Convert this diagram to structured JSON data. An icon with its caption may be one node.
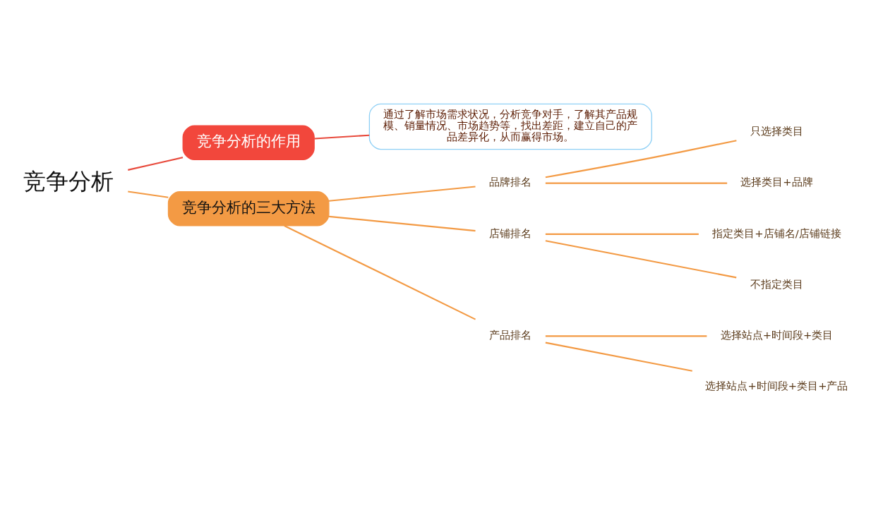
{
  "diagram": {
    "nodes": [
      {
        "text": [
          "竞争分析"
        ]
      },
      {
        "text": [
          "竞争分析的作用"
        ]
      },
      {
        "text": [
          "通过了解市场需求状况，分析竞争对手，了解其产品规模、销量情况、市场趋势等，找出差距，建立自己的产品差异化，从而赢得市场。"
        ]
      },
      {
        "text": [
          "竞争分析的三大方法"
        ]
      },
      {
        "text": [
          "品牌排名"
        ]
      },
      {
        "text": [
          "只选择类目"
        ]
      },
      {
        "text": [
          "选择类目+品牌"
        ]
      },
      {
        "text": [
          "店铺排名"
        ]
      },
      {
        "text": [
          "指定类目+店铺名/店铺链接"
        ]
      },
      {
        "text": [
          "不指定类目"
        ]
      },
      {
        "text": [
          "产品排名"
        ]
      },
      {
        "text": [
          "选择站点+时间段+类目"
        ]
      },
      {
        "text": [
          "选择站点+时间段+类目+产品"
        ]
      }
    ],
    "edges": [
      {
        "from": 0,
        "to": 1,
        "arrow": "none",
        "color": "#e84a3c"
      },
      {
        "from": 1,
        "to": 2,
        "arrow": "none",
        "color": "#e84a3c"
      },
      {
        "from": 0,
        "to": 3,
        "arrow": "none"
      },
      {
        "from": 3,
        "to": 4,
        "arrow": "none"
      },
      {
        "from": 4,
        "to": 5,
        "arrow": "none"
      },
      {
        "from": 4,
        "to": 6,
        "arrow": "none"
      },
      {
        "from": 3,
        "to": 7,
        "arrow": "none"
      },
      {
        "from": 7,
        "to": 8,
        "arrow": "none"
      },
      {
        "from": 7,
        "to": 9,
        "arrow": "none"
      },
      {
        "from": 3,
        "to": 10,
        "arrow": "none"
      },
      {
        "from": 10,
        "to": 11,
        "arrow": "none"
      },
      {
        "from": 10,
        "to": 12,
        "arrow": "none"
      }
    ]
  }
}
